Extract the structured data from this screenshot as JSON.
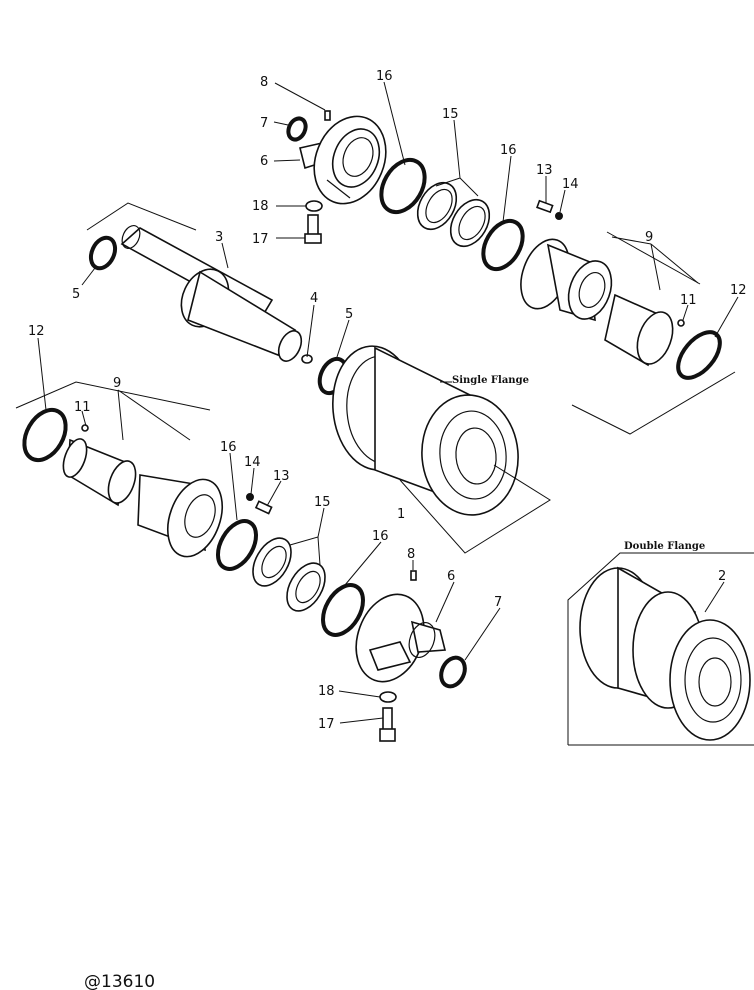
{
  "callouts": {
    "c8_top": "8",
    "c16_top": "16",
    "c7_top": "7",
    "c15_top": "15",
    "c6_top": "6",
    "c16_right": "16",
    "c13_right": "13",
    "c14_right": "14",
    "c18_top": "18",
    "c17_top": "17",
    "c3": "3",
    "c9_right": "9",
    "c5_left": "5",
    "c4": "4",
    "c5_mid": "5",
    "c11_right": "11",
    "c12_right": "12",
    "c12_left": "12",
    "c9_left": "9",
    "c11_left": "11",
    "c16_left": "16",
    "c14_left": "14",
    "c13_left": "13",
    "c15_bot": "15",
    "c16_bot": "16",
    "c8_bot": "8",
    "c6_bot": "6",
    "c7_bot": "7",
    "c18_bot": "18",
    "c17_bot": "17",
    "c1": "1",
    "c2": "2"
  },
  "captions": {
    "single_flange": "Single Flange",
    "double_flange": "Double Flange"
  },
  "reference": "@13610"
}
